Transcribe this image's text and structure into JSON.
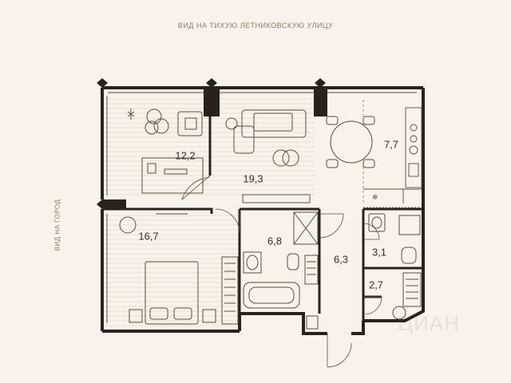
{
  "captions": {
    "top": "ВИД НА ТИХУЮ ЛЕТНИКОВСКУЮ УЛИЦУ",
    "side": "ВИД НА ГОРОД"
  },
  "rooms": {
    "study": "12,2",
    "living": "19,3",
    "kitchen": "7,7",
    "bedroom": "16,7",
    "bathroom": "6,8",
    "hall": "6,3",
    "wc": "3,1",
    "wardrobe": "2,7"
  },
  "watermark": "ЦИАН",
  "colors": {
    "background": "#f8f2ea",
    "wall": "#2b211b",
    "line": "#5a4c40",
    "text": "#3a2f27",
    "caption": "#8a7b6b"
  }
}
